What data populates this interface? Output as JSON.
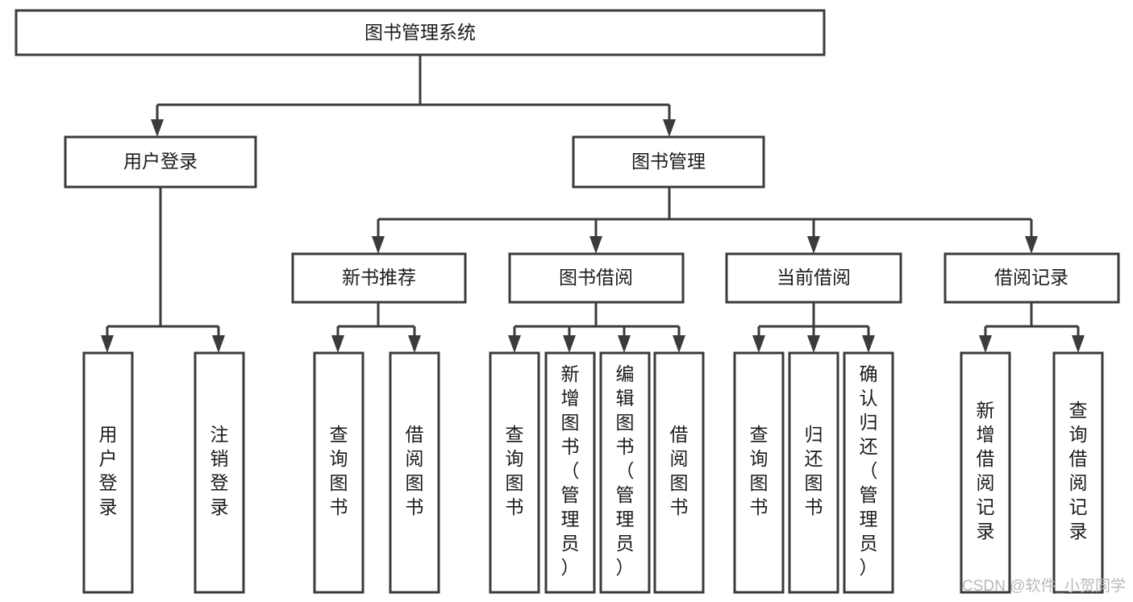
{
  "diagram": {
    "title_node": {
      "label": "图书管理系统"
    },
    "level2": [
      {
        "id": "user-login",
        "label": "用户登录"
      },
      {
        "id": "book-manage",
        "label": "图书管理"
      }
    ],
    "level3": [
      {
        "id": "new-book-recommend",
        "label": "新书推荐"
      },
      {
        "id": "book-borrow",
        "label": "图书借阅"
      },
      {
        "id": "current-borrow",
        "label": "当前借阅"
      },
      {
        "id": "borrow-record",
        "label": "借阅记录"
      }
    ],
    "leaves": {
      "user_login": [
        {
          "id": "leaf-user-login",
          "label": "用户登录"
        },
        {
          "id": "leaf-logout-login",
          "label": "注销登录"
        }
      ],
      "new_book_recommend": [
        {
          "id": "leaf-query-book-1",
          "label": "查询图书"
        },
        {
          "id": "leaf-borrow-book-1",
          "label": "借阅图书"
        }
      ],
      "book_borrow": [
        {
          "id": "leaf-query-book-2",
          "label": "查询图书"
        },
        {
          "id": "leaf-add-book-admin",
          "label": "新增图书（管理员）"
        },
        {
          "id": "leaf-edit-book-admin",
          "label": "编辑图书（管理员）"
        },
        {
          "id": "leaf-borrow-book-2",
          "label": "借阅图书"
        }
      ],
      "current_borrow": [
        {
          "id": "leaf-query-book-3",
          "label": "查询图书"
        },
        {
          "id": "leaf-return-book",
          "label": "归还图书"
        },
        {
          "id": "leaf-confirm-return-admin",
          "label": "确认归还（管理员）"
        }
      ],
      "borrow_record": [
        {
          "id": "leaf-add-borrow-record",
          "label": "新增借阅记录"
        },
        {
          "id": "leaf-query-borrow-record",
          "label": "查询借阅记录"
        }
      ]
    }
  },
  "watermark": {
    "text": "CSDN @软件_小贺同学"
  },
  "colors": {
    "stroke": "#3b3b3b",
    "box_fill": "#ffffff",
    "text": "#1b1b1b",
    "watermark": "#b9b9b9",
    "background": "#ffffff"
  }
}
